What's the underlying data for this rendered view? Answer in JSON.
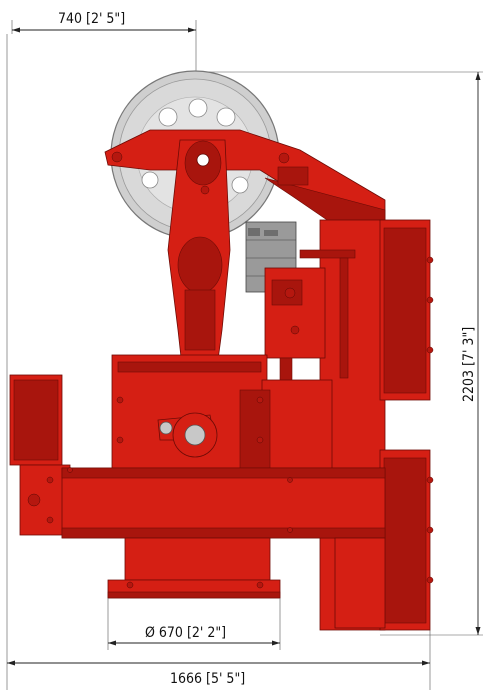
{
  "dimensions": {
    "top_width": "740 [2' 5\"]",
    "height": "2203 [7' 3\"]",
    "base_diameter": "Ø 670 [2' 2\"]",
    "overall_width": "1666 [5' 5\"]"
  },
  "colors": {
    "machine_red": "#d51f14",
    "machine_dark_red": "#a8150d",
    "pulley_grey": "#c8c8c8",
    "line": "#222222"
  },
  "icons": {
    "pulley": "pulley-wheel-icon"
  }
}
